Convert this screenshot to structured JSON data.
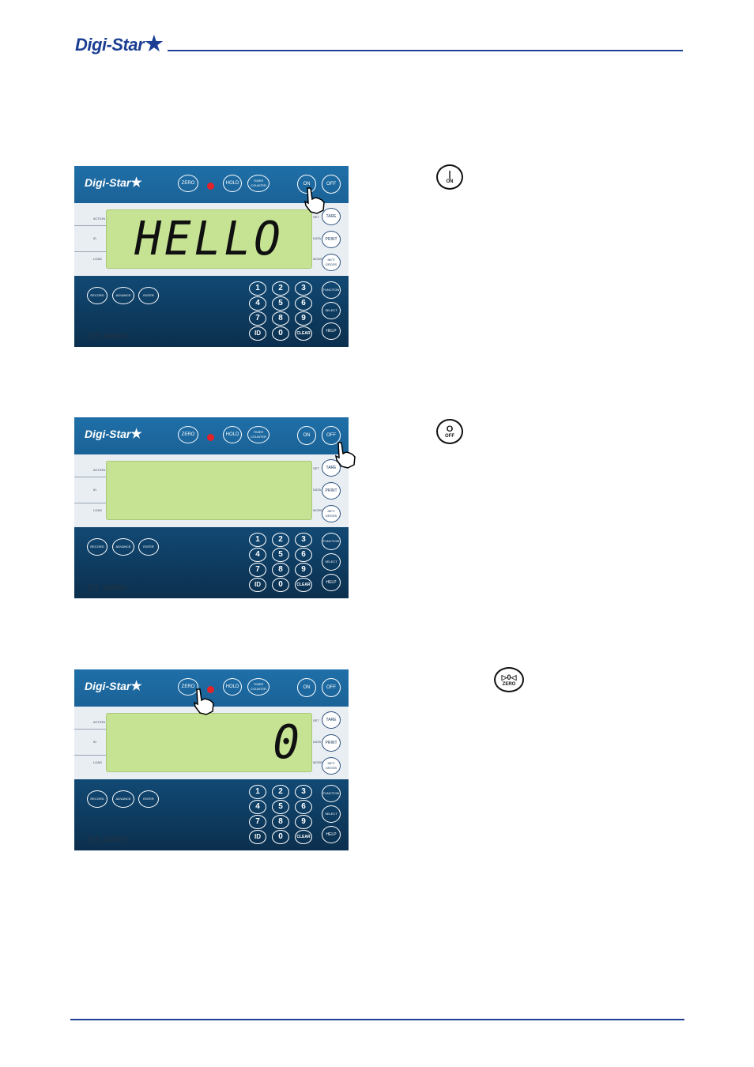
{
  "header": {
    "logo_text": "Digi-Star"
  },
  "colors": {
    "brand_blue": "#1c3f94",
    "panel_top": "#1f6fa8",
    "panel_bottom": "#0b2f4e",
    "lcd": "#c6e394",
    "led": "#e2232a"
  },
  "scale_labels": {
    "brand": "Digi-Star",
    "model": "EZ 3400V",
    "left_side": [
      "ACTION",
      "ID",
      "LOAD"
    ],
    "right_side": [
      "SET",
      "DATA",
      "MODE"
    ],
    "top_keys": [
      "ZERO",
      "HOLD",
      "TIMER COUNTER",
      "ON",
      "OFF"
    ],
    "right_keys": [
      "TARE",
      "PRINT",
      "NET/ GROSS",
      "FUNCTION",
      "SELECT",
      "HELP"
    ],
    "left_keys": [
      "RECORD",
      "ADVANCE",
      "ENTER"
    ],
    "numpad": [
      "1",
      "2",
      "3",
      "4",
      "5",
      "6",
      "7",
      "8",
      "9",
      "ID",
      "0",
      "CLEAR"
    ]
  },
  "panels": [
    {
      "display": "HELLO",
      "icon_label": "ON",
      "icon_symbol": "|"
    },
    {
      "display": "",
      "icon_label": "OFF",
      "icon_symbol": "O"
    },
    {
      "display": "0",
      "icon_label": "ZERO",
      "icon_symbol": "▷0◁"
    }
  ]
}
